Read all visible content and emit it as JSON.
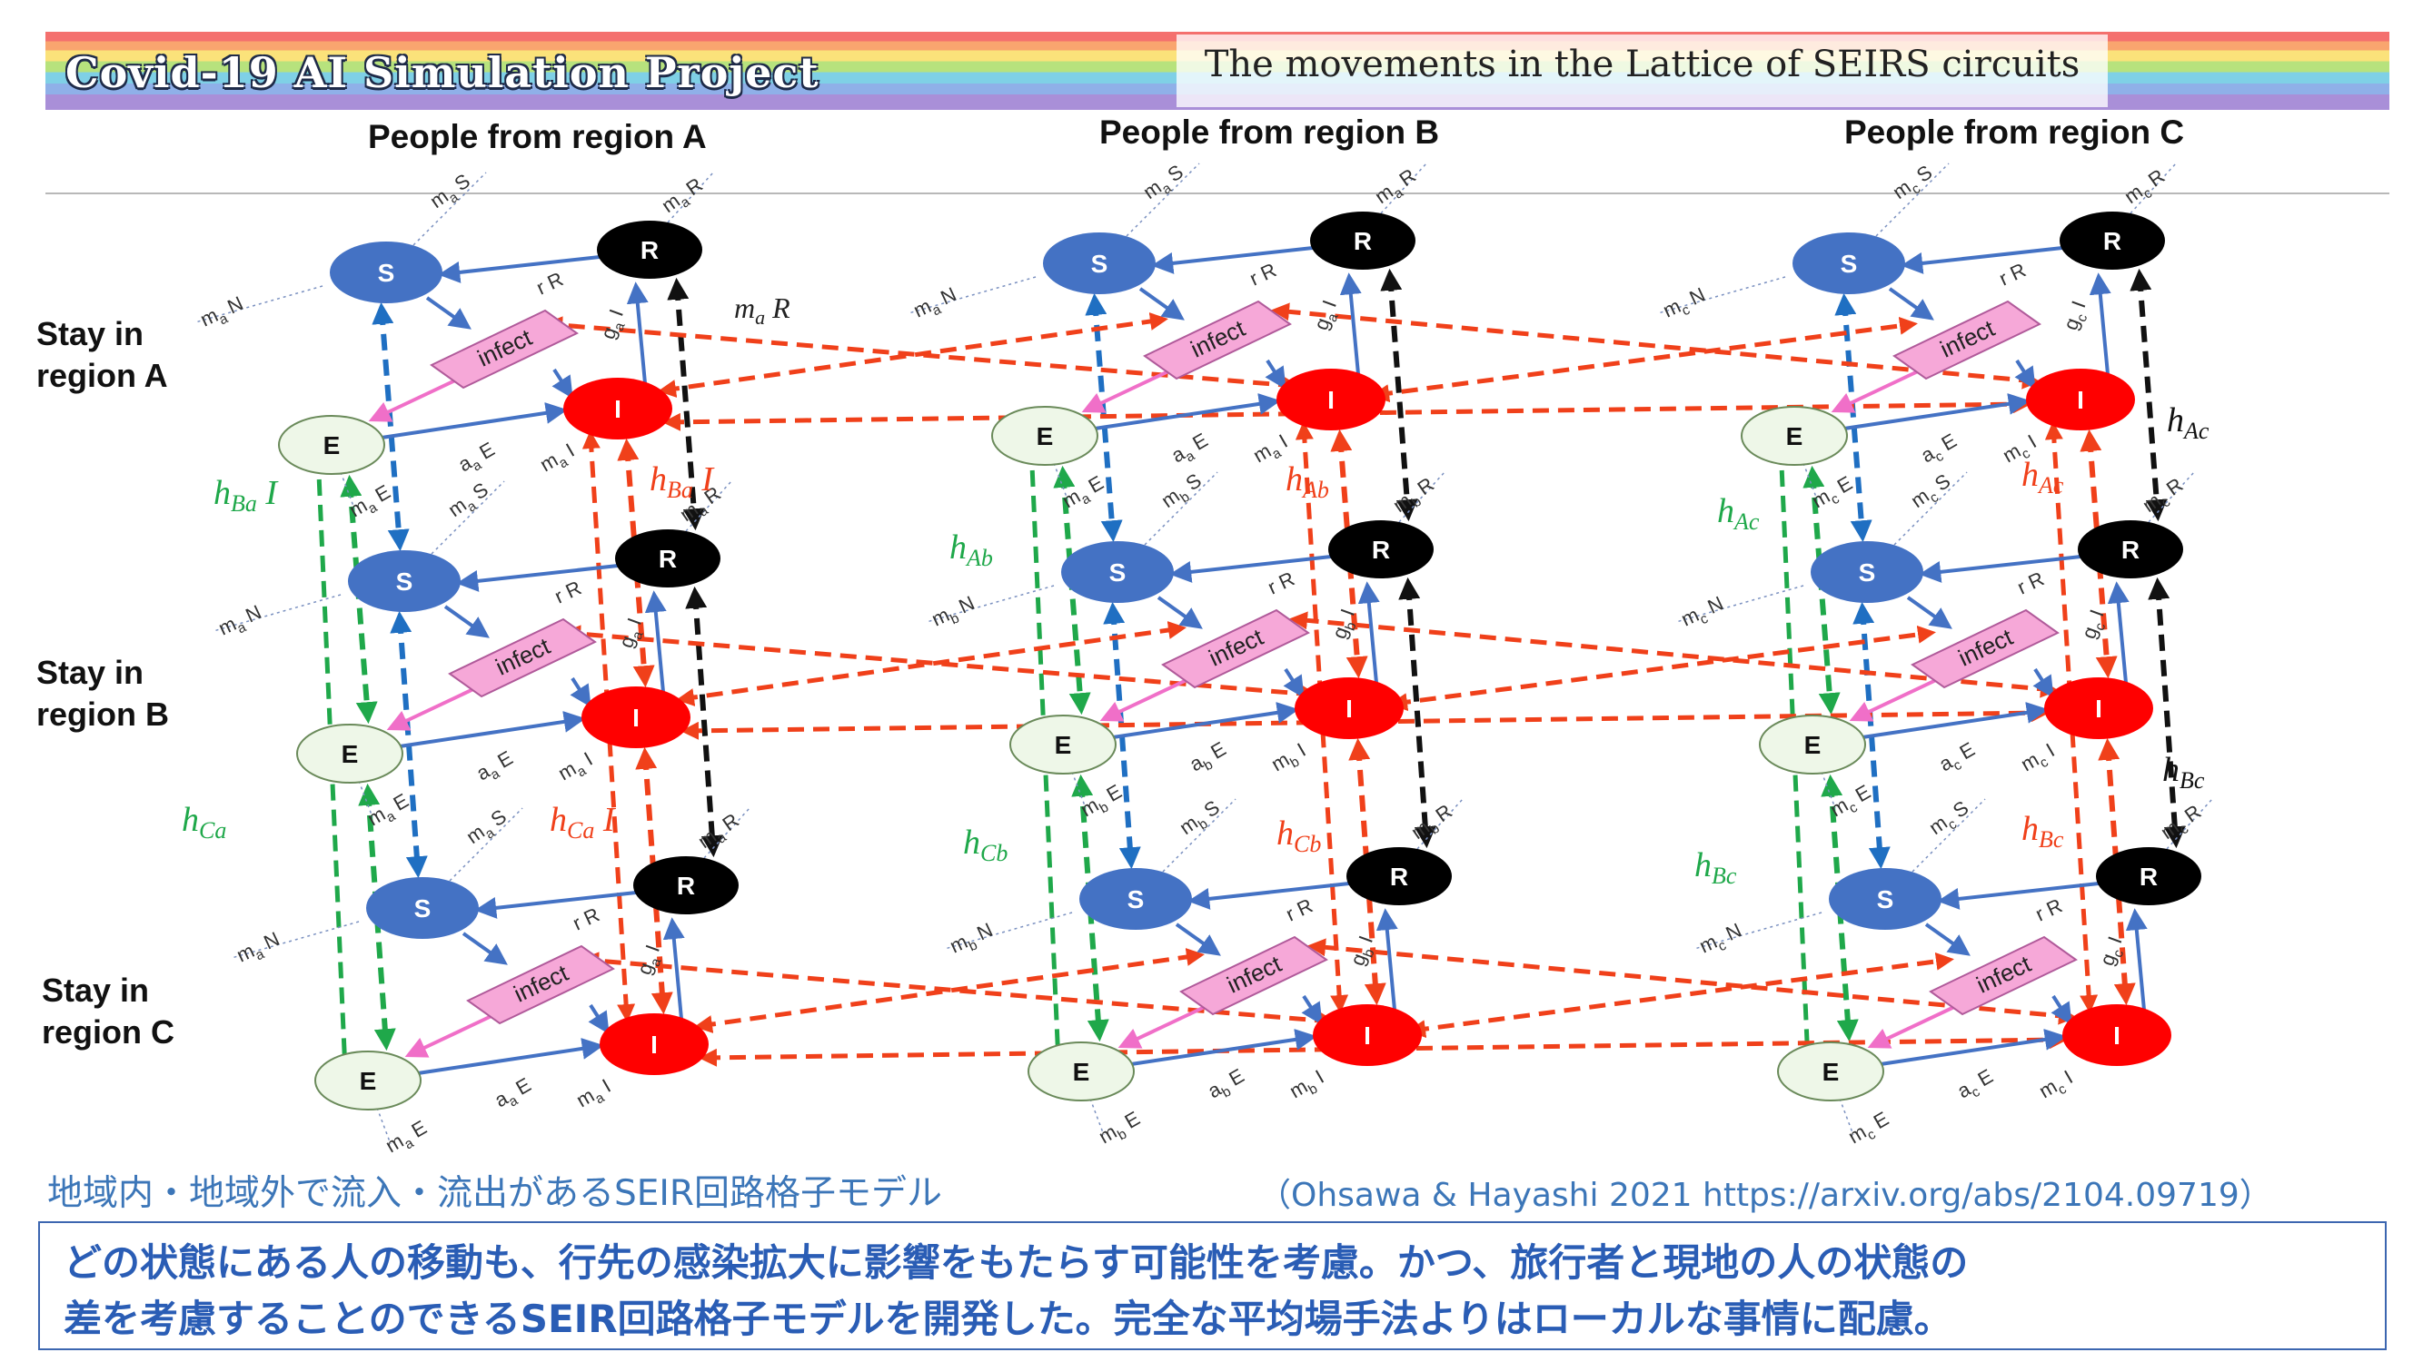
{
  "header": {
    "title": "Covid-19 AI Simulation Project",
    "subtitle": "The movements in the Lattice of SEIRS circuits"
  },
  "columns": [
    "People from region A",
    "People from region B",
    "People from region C"
  ],
  "rows": [
    [
      "Stay in",
      "region A"
    ],
    [
      "Stay in",
      "region B"
    ],
    [
      "Stay in",
      "region C"
    ]
  ],
  "region_letters": [
    "a",
    "b",
    "c"
  ],
  "node_labels": {
    "S": "S",
    "E": "E",
    "I": "I",
    "R": "R",
    "infect": "infect"
  },
  "node_colors": {
    "S": "#4472c4",
    "E": "#eef7e8",
    "I": "#ff0000",
    "R": "#000000",
    "infect": "#f6a8d8"
  },
  "arrow_colors": {
    "flow": "#4472c4",
    "infection": "#f06fc8",
    "h_green": "#1fa84a",
    "h_blue": "#1f6fc2",
    "h_red": "#f0401a",
    "h_black": "#111111"
  },
  "annotations": {
    "top_black_mR": "m_a R",
    "green": [
      "h_Ba I",
      "h_Ca",
      "h_Ab",
      "h_Cb",
      "h_Ac",
      "h_Bc"
    ],
    "red": [
      "h_Ba I",
      "h_Ca I",
      "h_Ab",
      "h_Cb",
      "h_Ac",
      "h_Bc"
    ],
    "black": [
      "h_Ac",
      "h_Bc"
    ]
  },
  "footer": {
    "caption": "地域内・地域外で流入・流出があるSEIR回路格子モデル",
    "citation": "（Ohsawa & Hayashi 2021 https://arxiv.org/abs/2104.09719）",
    "summary_line1": "どの状態にある人の移動も、行先の感染拡大に影響をもたらす可能性を考慮。かつ、旅行者と現地の人の状態の",
    "summary_line2": "差を考慮することのできるSEIR回路格子モデルを開発した。完全な平均場手法よりはローカルな事情に配慮。"
  }
}
